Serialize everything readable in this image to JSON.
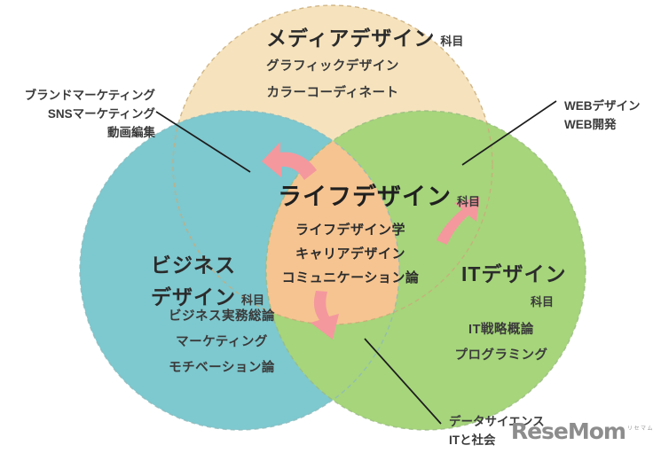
{
  "diagram": {
    "title_center": "ライフデザイン",
    "center_kamoku": "科目",
    "center_items": [
      "ライフデザイン学",
      "キャリアデザイン",
      "コミュニケーション論"
    ],
    "circles": [
      {
        "id": "media",
        "title": "メディアデザイン",
        "kamoku": "科目",
        "items": [
          "グラフィックデザイン",
          "カラーコーディネート"
        ],
        "color": "#f6e3bd"
      },
      {
        "id": "business",
        "title_line1": "ビジネス",
        "title_line2": "デザイン",
        "kamoku": "科目",
        "items": [
          "ビジネス実務総論",
          "マーケティング",
          "モチベーション論"
        ],
        "color": "#7ec8cf"
      },
      {
        "id": "it",
        "title": "ITデザイン",
        "kamoku": "科目",
        "items": [
          "IT戦略概論",
          "プログラミング"
        ],
        "color": "#a6d57b"
      }
    ],
    "center_color": "#f6c491",
    "arrow_color": "#f4989e",
    "callouts": [
      {
        "id": "left",
        "lines": [
          "ブランドマーケティング",
          "SNSマーケティング",
          "動画編集"
        ]
      },
      {
        "id": "right",
        "lines": [
          "WEBデザイン",
          "WEB開発"
        ]
      },
      {
        "id": "bottom",
        "lines": [
          "データサイエンス",
          "ITと社会"
        ]
      }
    ]
  },
  "logo": {
    "word": "ReseMom",
    "tiny": "リセマム"
  }
}
